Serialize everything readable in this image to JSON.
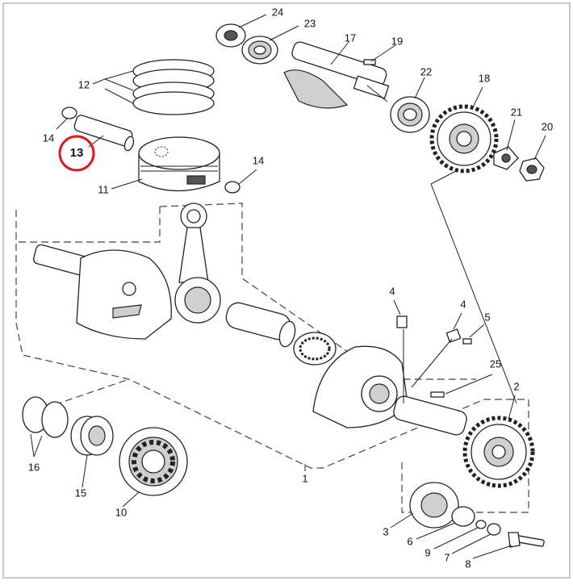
{
  "diagram": {
    "callouts": [
      "1",
      "2",
      "3",
      "4",
      "4",
      "5",
      "6",
      "7",
      "8",
      "9",
      "10",
      "11",
      "12",
      "13",
      "14",
      "14",
      "15",
      "16",
      "17",
      "18",
      "19",
      "20",
      "21",
      "22",
      "23",
      "24",
      "25"
    ],
    "highlighted_part": "13",
    "highlight_color": "#e01818"
  }
}
